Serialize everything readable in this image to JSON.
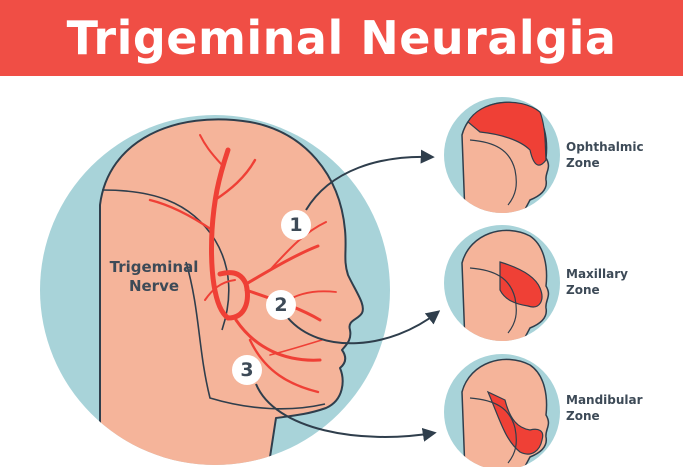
{
  "title": "Trigeminal Neuralgia",
  "nerve_label": {
    "line1": "Trigeminal",
    "line2": "Nerve"
  },
  "branches": [
    {
      "number": "1",
      "zone_line1": "Ophthalmic",
      "zone_line2": "Zone"
    },
    {
      "number": "2",
      "zone_line1": "Maxillary",
      "zone_line2": "Zone"
    },
    {
      "number": "3",
      "zone_line1": "Mandibular",
      "zone_line2": "Zone"
    }
  ],
  "colors": {
    "banner": "#f04e45",
    "circle": "#a8d3d9",
    "skin": "#f5b49a",
    "nerve": "#ef4036",
    "outline": "#2f3e4c"
  }
}
